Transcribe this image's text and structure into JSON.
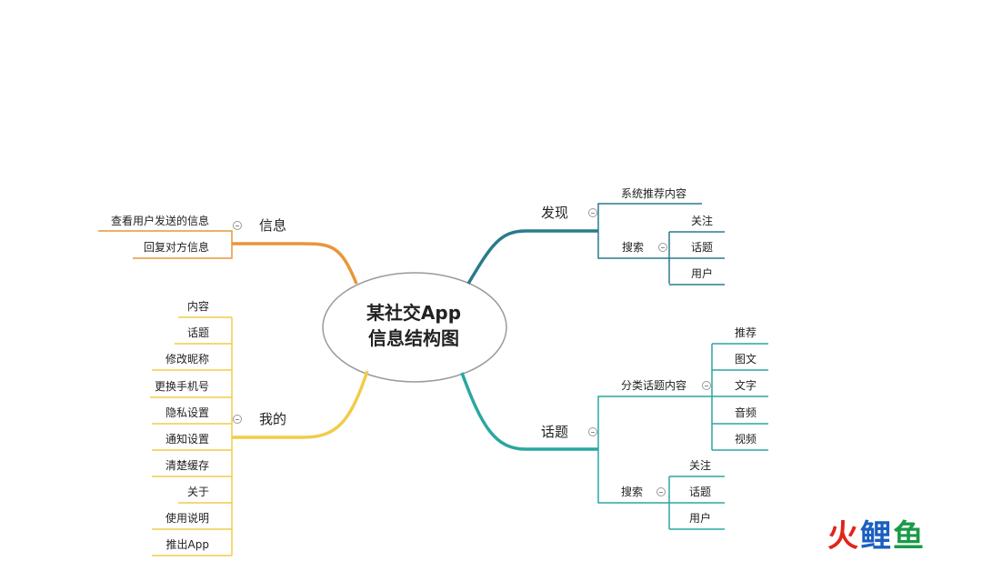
{
  "title": {
    "line1": "某社交App",
    "line2": "信息结构图"
  },
  "colors": {
    "info": "#e8963a",
    "mine": "#f2cc4a",
    "discover": "#2a7b8c",
    "topic": "#2aa7a0"
  },
  "branches": {
    "info": {
      "label": "信息",
      "children": [
        "查看用户发送的信息",
        "回复对方信息"
      ]
    },
    "mine": {
      "label": "我的",
      "children": [
        "内容",
        "话题",
        "修改昵称",
        "更换手机号",
        "隐私设置",
        "通知设置",
        "清楚缓存",
        "关于",
        "使用说明",
        "推出App"
      ]
    },
    "discover": {
      "label": "发现",
      "sys": "系统推荐内容",
      "search": {
        "label": "搜索",
        "children": [
          "关注",
          "话题",
          "用户"
        ]
      }
    },
    "topic": {
      "label": "话题",
      "category": {
        "label": "分类话题内容",
        "children": [
          "推荐",
          "图文",
          "文字",
          "音频",
          "视频"
        ]
      },
      "search": {
        "label": "搜索",
        "children": [
          "关注",
          "话题",
          "用户"
        ]
      }
    }
  },
  "watermark": {
    "p1": "火",
    "p2": "鲤",
    "p3": "鱼"
  }
}
